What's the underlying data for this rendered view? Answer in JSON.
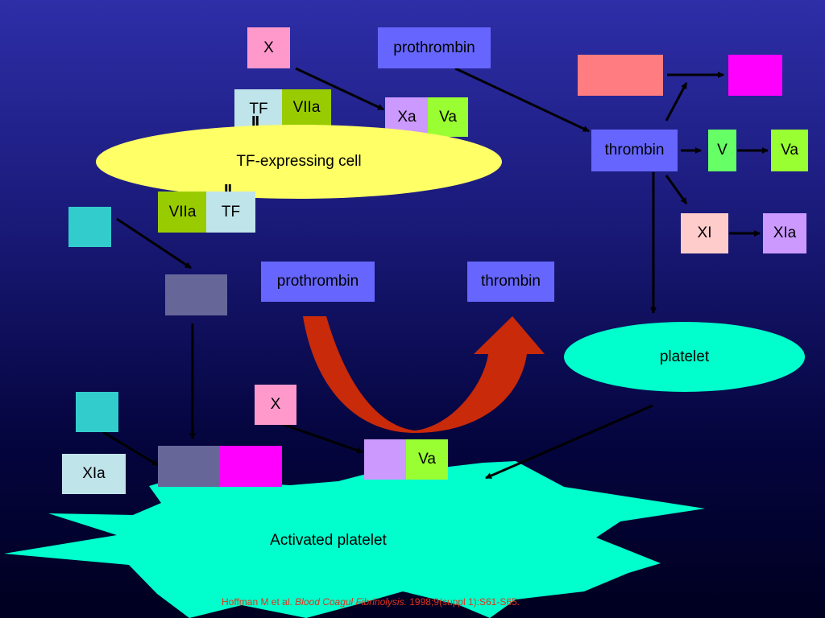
{
  "colors": {
    "thrombin_box": "#6666ff",
    "factor_x": "#ff99cc",
    "xa": "#cc99ff",
    "va": "#99ff33",
    "tf": "#bfe4ea",
    "viia": "#99cc00",
    "oval_yellow": "#ffff66",
    "platelet": "#00ffcc",
    "teal": "#33cccc",
    "slate": "#666699",
    "magenta": "#ff00ff",
    "salmon": "#ff7c80",
    "v_green": "#66ff66",
    "xi_pink": "#ffcccc",
    "big_arrow": "#cc2200"
  },
  "top": {
    "x": "X",
    "prothrombin": "prothrombin",
    "tf1": "TF",
    "viia1": "VIIa",
    "xa": "Xa",
    "va": "Va",
    "cell": "TF-expressing cell",
    "viia2": "VIIa",
    "tf2": "TF",
    "eq": "II"
  },
  "right": {
    "thrombin": "thrombin",
    "v": "V",
    "va": "Va",
    "xi": "XI",
    "xia": "XIa",
    "platelet": "platelet"
  },
  "middle": {
    "prothrombin": "prothrombin",
    "thrombin": "thrombin"
  },
  "bottom": {
    "x": "X",
    "va": "Va",
    "xia": "XIa",
    "activated": "Activated platelet"
  },
  "citation": {
    "authors": "Hoffman M et al.",
    "journal": "Blood Coagul Fibrinolysis.",
    "ref": "1998;9(suppl 1):S61-S65."
  }
}
